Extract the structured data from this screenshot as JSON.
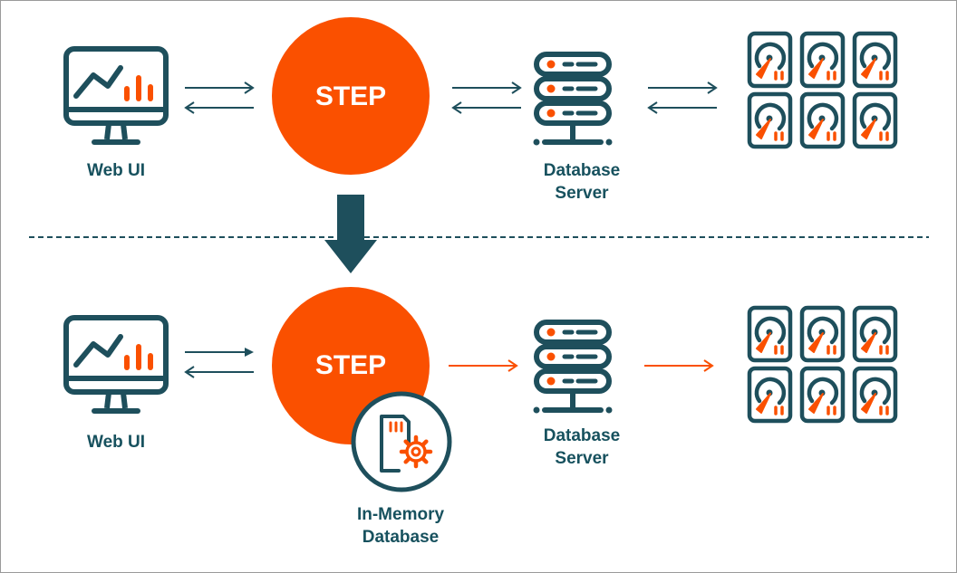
{
  "colors": {
    "dark": "#1e4f5c",
    "orange": "#fa5000",
    "white": "#ffffff"
  },
  "top": {
    "web_ui_label": "Web UI",
    "step_label": "STEP",
    "db_server_label_line1": "Database",
    "db_server_label_line2": "Server"
  },
  "bottom": {
    "web_ui_label": "Web UI",
    "step_label": "STEP",
    "db_server_label_line1": "Database",
    "db_server_label_line2": "Server",
    "in_memory_label_line1": "In-Memory",
    "in_memory_label_line2": "Database"
  },
  "icons": {
    "monitor": "monitor-chart-icon",
    "server": "database-server-icon",
    "disk": "hard-disk-icon",
    "memory": "memory-card-gear-icon",
    "transition": "down-arrow-icon"
  }
}
